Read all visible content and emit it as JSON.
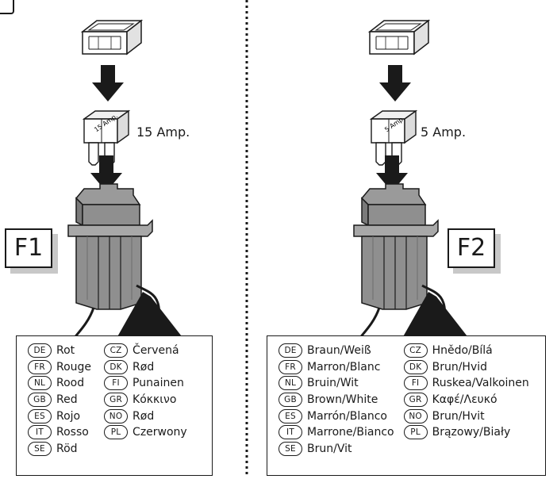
{
  "fuse1": {
    "box_label": "F1",
    "amp_label": "15 Amp.",
    "blade_text": "15 Amp.",
    "legend_left": [
      {
        "code": "DE",
        "text": "Rot"
      },
      {
        "code": "FR",
        "text": "Rouge"
      },
      {
        "code": "NL",
        "text": "Rood"
      },
      {
        "code": "GB",
        "text": "Red"
      },
      {
        "code": "ES",
        "text": "Rojo"
      },
      {
        "code": "IT",
        "text": "Rosso"
      },
      {
        "code": "SE",
        "text": "Röd"
      }
    ],
    "legend_right": [
      {
        "code": "CZ",
        "text": "Červená"
      },
      {
        "code": "DK",
        "text": "Rød"
      },
      {
        "code": "FI",
        "text": "Punainen"
      },
      {
        "code": "GR",
        "text": "Κόκκινο"
      },
      {
        "code": "NO",
        "text": "Rød"
      },
      {
        "code": "PL",
        "text": "Czerwony"
      }
    ]
  },
  "fuse2": {
    "box_label": "F2",
    "amp_label": "5 Amp.",
    "blade_text": "5 Amp.",
    "legend_left": [
      {
        "code": "DE",
        "text": "Braun/Weiß"
      },
      {
        "code": "FR",
        "text": "Marron/Blanc"
      },
      {
        "code": "NL",
        "text": "Bruin/Wit"
      },
      {
        "code": "GB",
        "text": "Brown/White"
      },
      {
        "code": "ES",
        "text": "Marrón/Blanco"
      },
      {
        "code": "IT",
        "text": "Marrone/Bianco"
      },
      {
        "code": "SE",
        "text": "Brun/Vit"
      }
    ],
    "legend_right": [
      {
        "code": "CZ",
        "text": "Hnědo/Bílá"
      },
      {
        "code": "DK",
        "text": "Brun/Hvid"
      },
      {
        "code": "FI",
        "text": "Ruskea/Valkoinen"
      },
      {
        "code": "GR",
        "text": "Καφέ/Λευκό"
      },
      {
        "code": "NO",
        "text": "Brun/Hvit"
      },
      {
        "code": "PL",
        "text": "Brązowy/Biały"
      }
    ]
  },
  "colors": {
    "line": "#1a1a1a",
    "holder": "#8f8f8f",
    "holder_dark": "#6e6e6e",
    "cover": "#ececec",
    "shadow": "#c8c8c8"
  }
}
